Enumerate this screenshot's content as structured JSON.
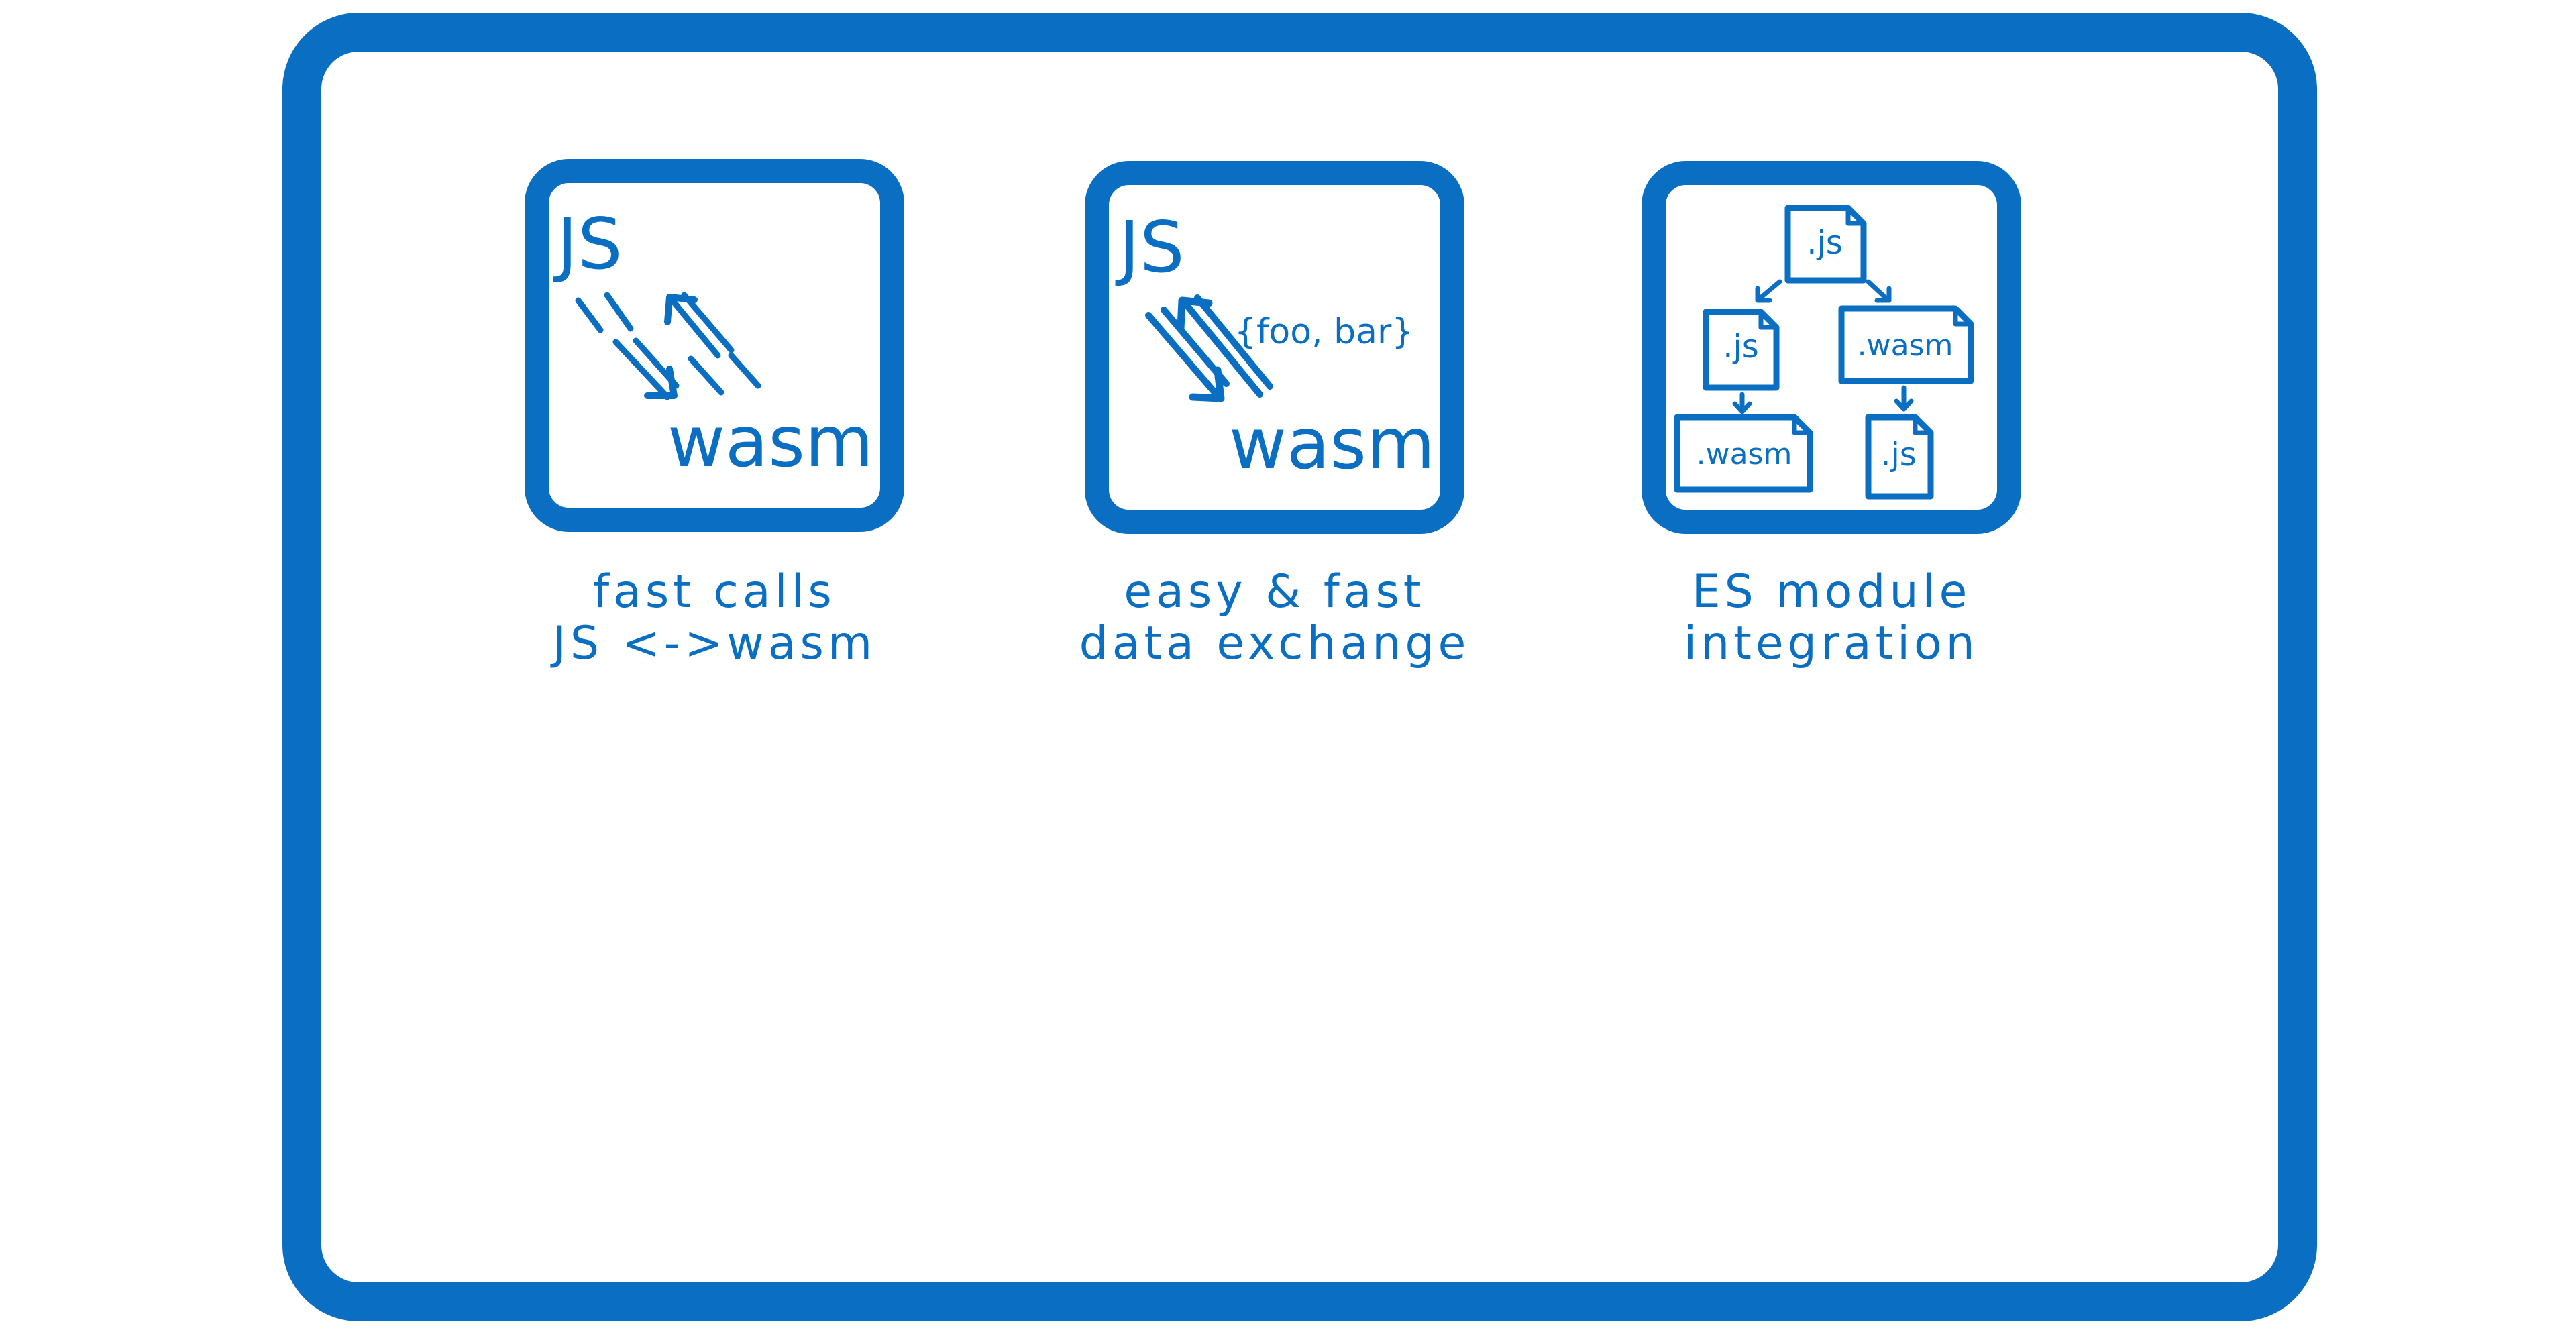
{
  "colors": {
    "ink": "#0a6fc2",
    "background": "#ffffff"
  },
  "panels": [
    {
      "id": "fast-calls",
      "icon_top_label": "JS",
      "icon_bottom_label": "wasm",
      "caption_line1": "fast calls",
      "caption_line2": "JS <->wasm"
    },
    {
      "id": "data-exchange",
      "icon_top_label": "JS",
      "icon_bottom_label": "wasm",
      "icon_note": "{foo, bar}",
      "caption_line1": "easy & fast",
      "caption_line2": "data exchange"
    },
    {
      "id": "es-modules",
      "files": {
        "root": ".js",
        "left": ".js",
        "right": ".wasm",
        "bottom_left": ".wasm",
        "bottom_right": ".js"
      },
      "caption_line1": "ES module",
      "caption_line2": "integration"
    }
  ]
}
